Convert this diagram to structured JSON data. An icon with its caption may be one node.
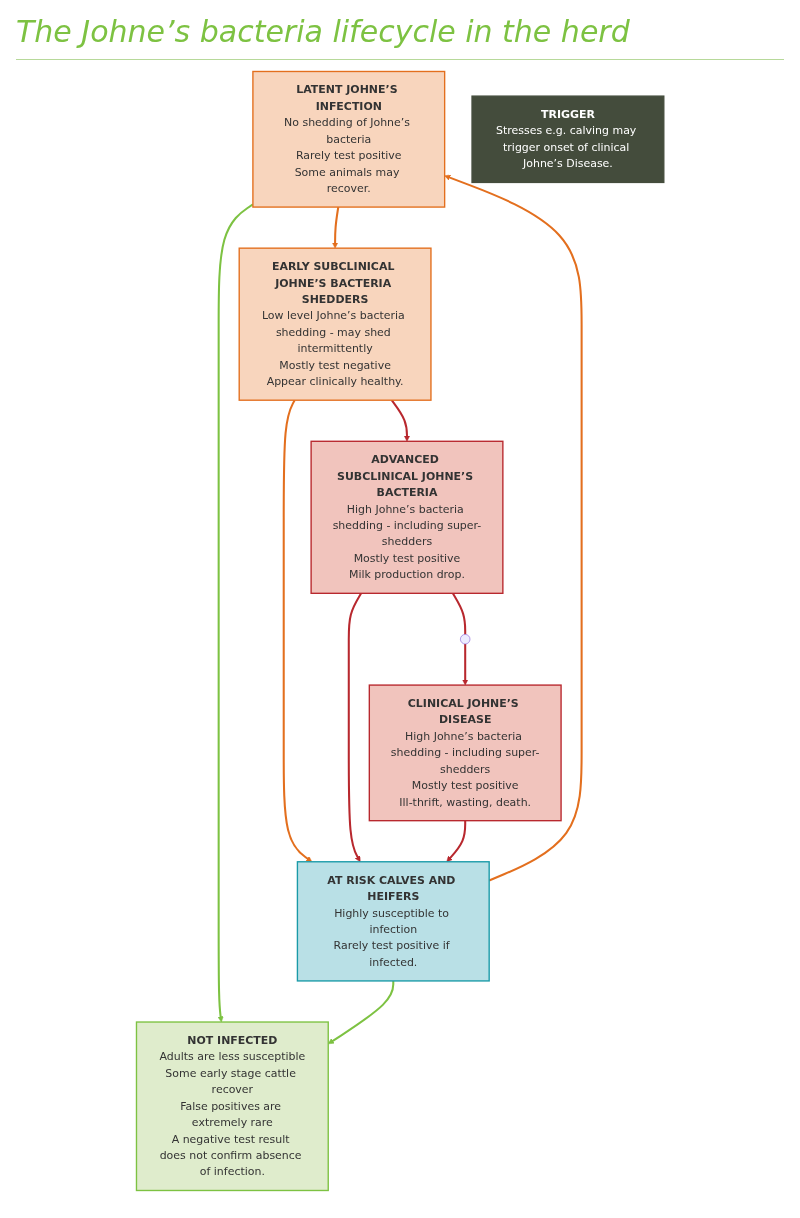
{
  "diagram": {
    "title": "The Johne’s bacteria lifecycle in the herd",
    "nodes": [
      {
        "text": [
          "LATENT JOHNE’S INFECTION",
          "No shedding of Johne’s bacteria",
          "Rarely test positive",
          "Some animals may recover."
        ]
      },
      {
        "text": [
          "NOT INFECTED",
          "Adults are less susceptible",
          "Some early stage cattle recover",
          "False positives are extremely rare",
          "A negative test result does not confirm absence of infection."
        ]
      },
      {
        "text": [
          "AT RISK CALVES AND HEIFERS",
          "Highly susceptible to infection",
          "Rarely test positive if infected."
        ]
      },
      {
        "text": [
          "EARLY SUBCLINICAL JOHNE’S BACTERIA SHEDDERS",
          "Low level Johne’s bacteria shedding - may shed intermittently",
          "Mostly test negative",
          "Appear clinically healthy."
        ]
      },
      {
        "text": [
          "CLINICAL JOHNE’S DISEASE",
          "High Johne’s bacteria shedding - including super-shedders",
          "Mostly test positive",
          "Ill-thrift, wasting, death."
        ]
      },
      {
        "text": [
          "ADVANCED SUBCLINICAL JOHNE’S BACTERIA",
          "High Johne’s bacteria shedding - including super-shedders",
          "Mostly test positive",
          "Milk production drop."
        ]
      },
      {
        "text": [],
        "shape": "star"
      },
      {
        "text": [
          "TRIGGER",
          "Stresses e.g. calving may trigger onset of clinical Johne’s Disease."
        ]
      }
    ],
    "edges": [
      {
        "from": 0,
        "to": 1,
        "arrow": "to",
        "color": "#7dc242"
      },
      {
        "from": 0,
        "to": 3,
        "arrow": "to",
        "color": "#e36f1e"
      },
      {
        "from": 3,
        "to": 2,
        "arrow": "to",
        "color": "#e36f1e"
      },
      {
        "from": 2,
        "to": 0,
        "arrow": "to",
        "color": "#e36f1e"
      },
      {
        "from": 2,
        "to": 1,
        "arrow": "to",
        "color": "#7dc242"
      },
      {
        "from": 3,
        "to": 5,
        "arrow": "to"
      },
      {
        "from": 5,
        "to": 2,
        "arrow": "to"
      },
      {
        "from": 4,
        "to": 2,
        "arrow": "to"
      },
      {
        "from": 5,
        "to": 6,
        "arrow": "none"
      },
      {
        "from": 6,
        "to": 4,
        "arrow": "to"
      }
    ]
  }
}
